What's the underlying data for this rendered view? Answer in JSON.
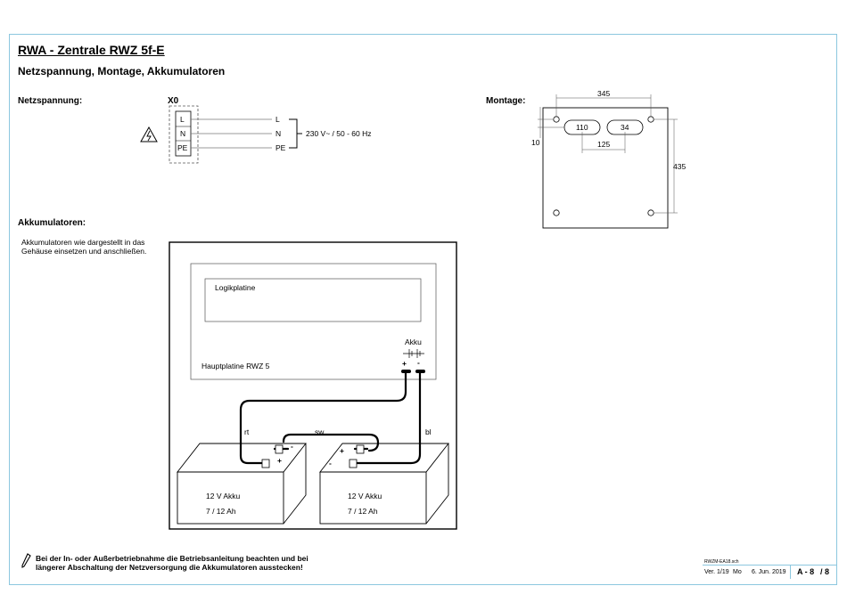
{
  "header": {
    "title": "RWA - Zentrale  RWZ 5f-E",
    "subtitle": "Netzspannung, Montage, Akkumulatoren"
  },
  "netz": {
    "label": "Netzspannung:",
    "connector": "X0",
    "terminals": [
      "L",
      "N",
      "PE"
    ],
    "lines": [
      "L",
      "N",
      "PE"
    ],
    "voltage": "230 V~ / 50 - 60 Hz"
  },
  "montage": {
    "label": "Montage:",
    "dims": {
      "width": "345",
      "slot1": "110",
      "slot2": "34",
      "offset": "125",
      "left": "10",
      "height": "435"
    }
  },
  "akku": {
    "label": "Akkumulatoren:",
    "note": "Akkumulatoren wie dargestellt in das Gehäuse einsetzen und anschließen.",
    "logic_board": "Logikplatine",
    "main_board": "Hauptplatine RWZ 5",
    "akku_label": "Akku",
    "plus": "+",
    "minus": "-",
    "wire_rt": "rt",
    "wire_sw": "sw",
    "wire_bl": "bl",
    "battery1": {
      "name": "12 V Akku",
      "capacity": "7 / 12 Ah"
    },
    "battery2": {
      "name": "12 V Akku",
      "capacity": "7 / 12 Ah"
    }
  },
  "warning": "Bei der In- oder Außerbetriebnahme die Betriebsanleitung beachten und bei längerer Abschaltung der Netzversorgung die Akkumulatoren ausstecken!",
  "footer": {
    "file": "RWZM-EA18.sch",
    "version": "Ver. 1/19",
    "day": "Mo",
    "date": "6. Jun. 2019",
    "page": "A - 8",
    "total": "/ 8"
  }
}
